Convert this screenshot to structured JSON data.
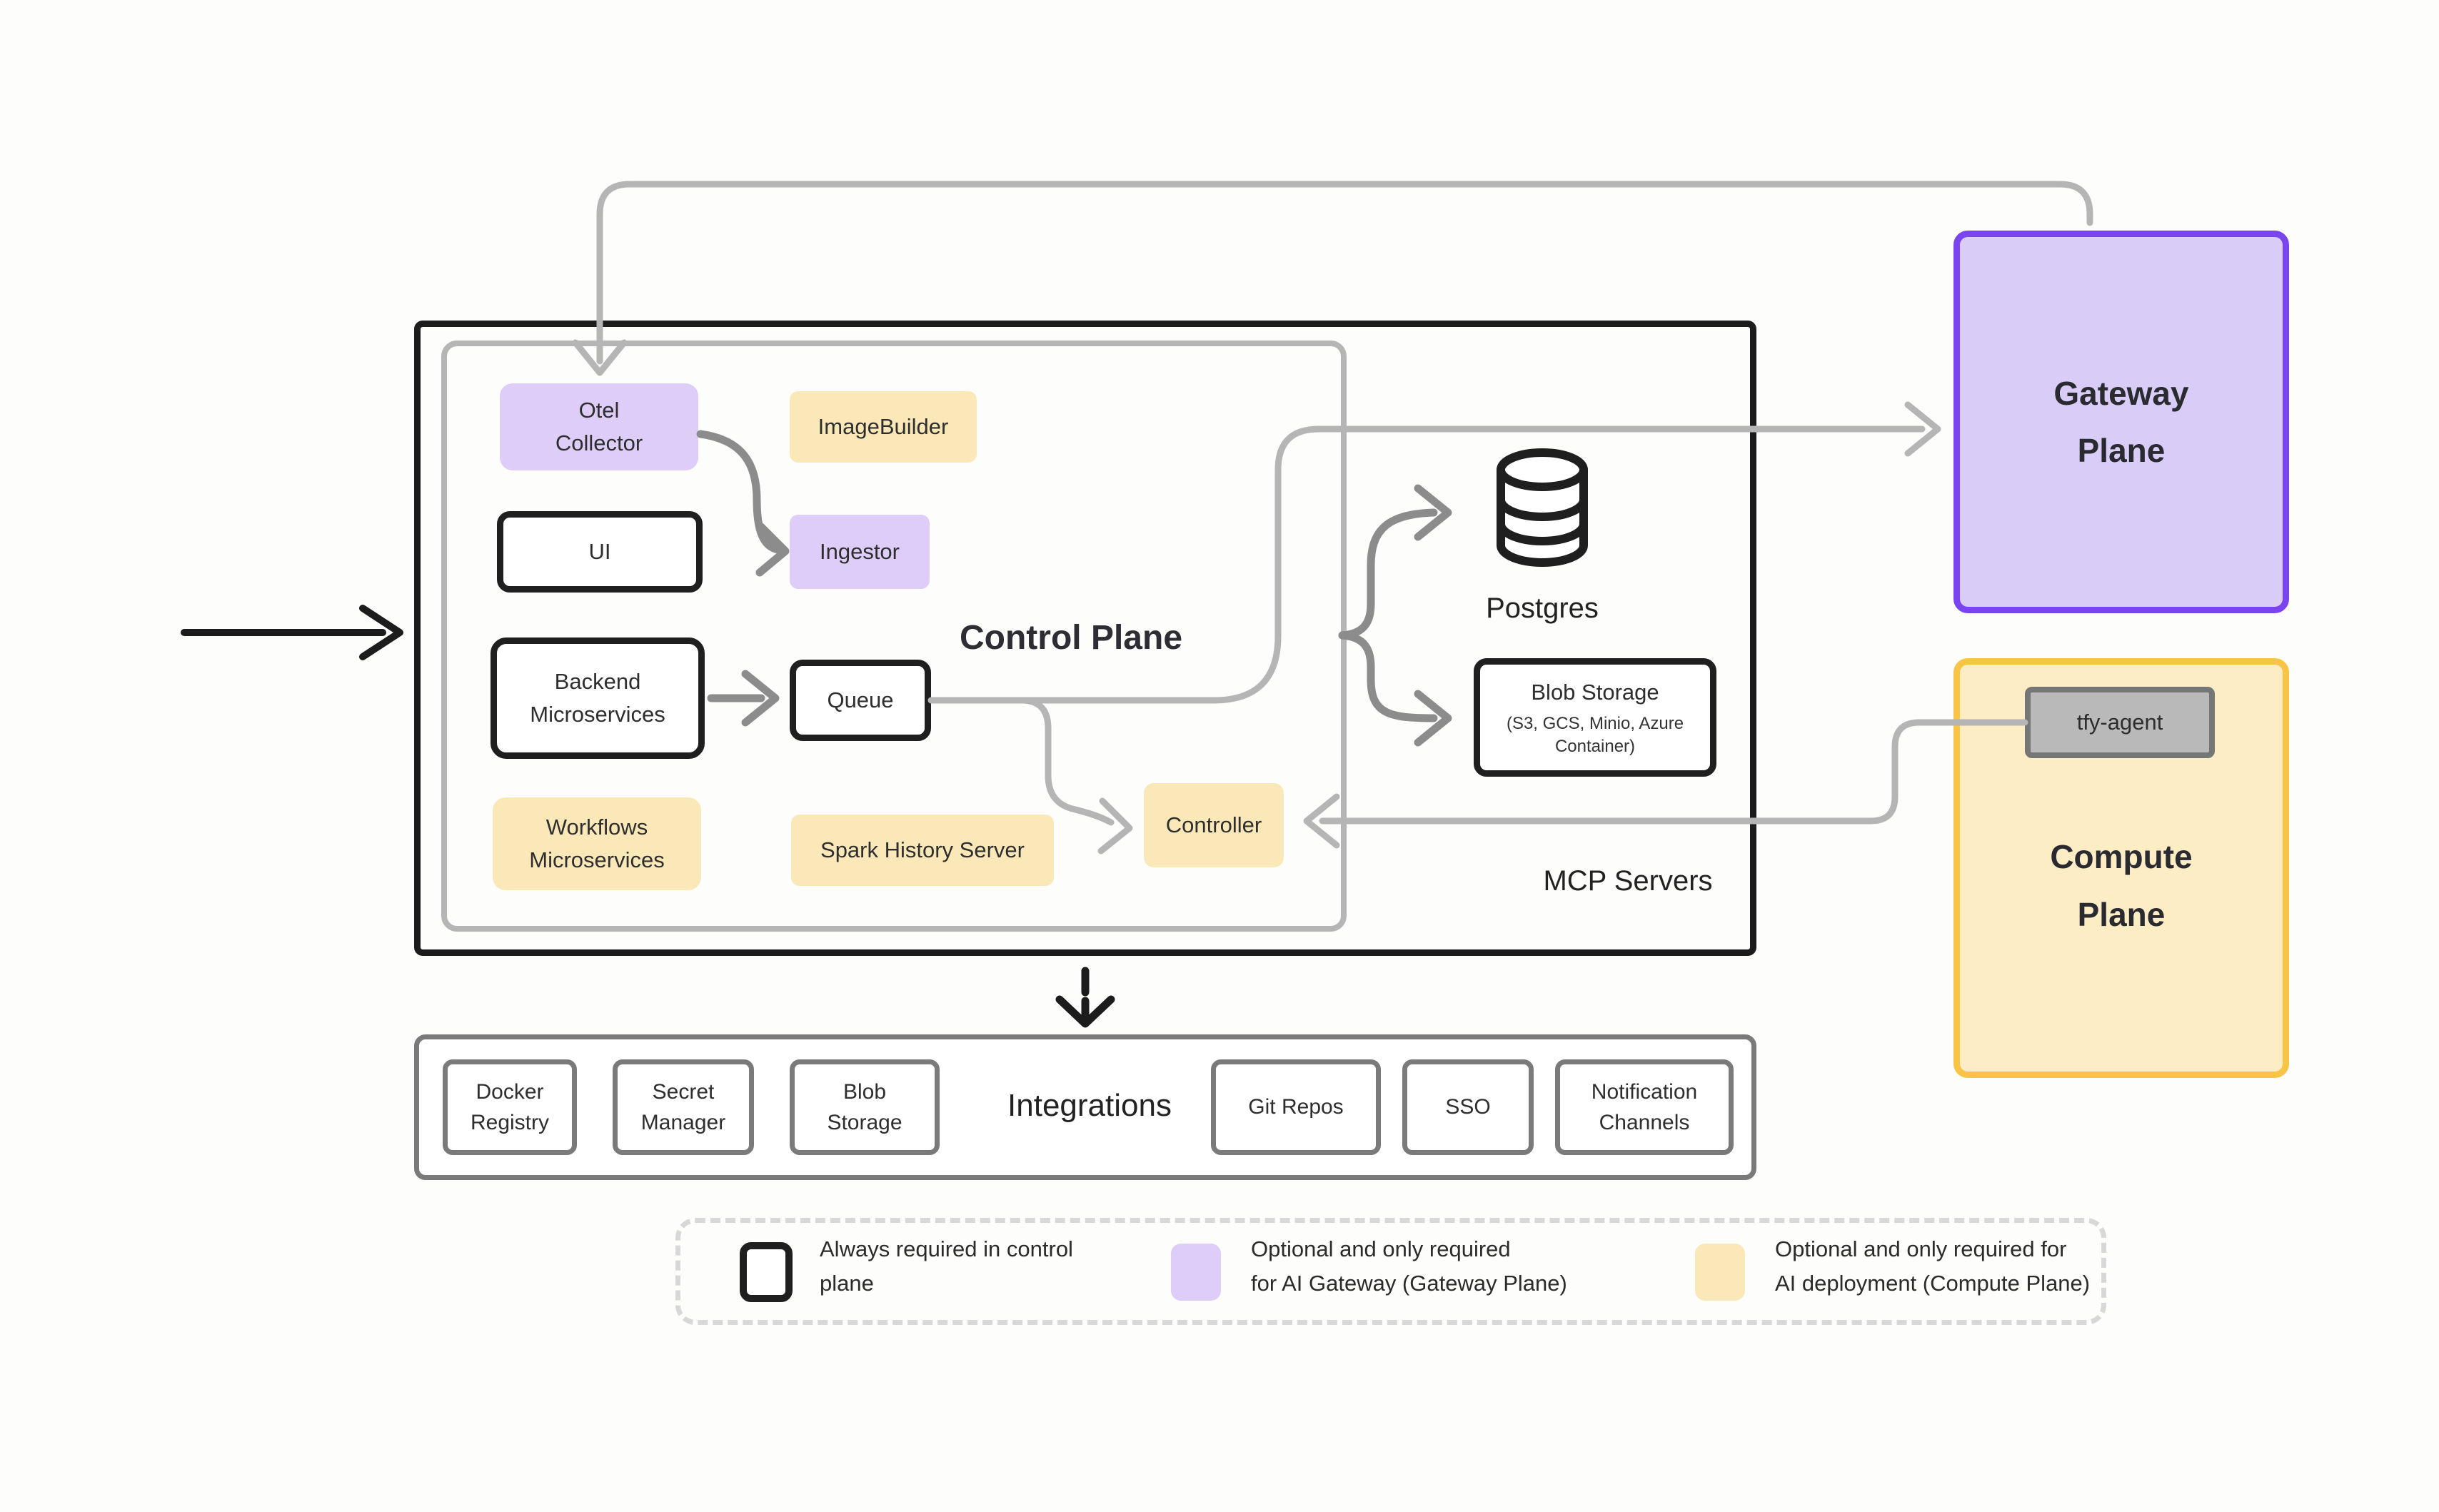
{
  "control_plane": {
    "title": "Control Plane",
    "mcp_label": "MCP Servers",
    "nodes": {
      "otel": {
        "label": "Otel Collector"
      },
      "imagebuilder": {
        "label": "ImageBuilder"
      },
      "ui": {
        "label": "UI"
      },
      "ingestor": {
        "label": "Ingestor"
      },
      "backend": {
        "label": "Backend Microservices"
      },
      "queue": {
        "label": "Queue"
      },
      "workflows": {
        "label": "Workflows Microservices"
      },
      "spark": {
        "label": "Spark History Server"
      },
      "controller": {
        "label": "Controller"
      },
      "postgres": {
        "label": "Postgres"
      },
      "blob": {
        "label": "Blob Storage",
        "sublabel": "(S3, GCS, Minio, Azure Container)"
      }
    }
  },
  "gateway_plane": {
    "title": "Gateway Plane"
  },
  "compute_plane": {
    "title": "Compute Plane",
    "agent_label": "tfy-agent"
  },
  "integrations": {
    "title": "Integrations",
    "items": [
      "Docker Registry",
      "Secret Manager",
      "Blob Storage",
      "Git Repos",
      "SSO",
      "Notification Channels"
    ]
  },
  "legend": {
    "items": [
      {
        "swatch": "black-outline",
        "line1": "Always required in control",
        "line2": "plane"
      },
      {
        "swatch": "purple",
        "line1": "Optional and only required",
        "line2": "for AI Gateway (Gateway Plane)"
      },
      {
        "swatch": "yellow",
        "line1": "Optional and only required for",
        "line2": "AI deployment (Compute Plane)"
      }
    ]
  },
  "icons": {
    "postgres": "database-cylinder-icon",
    "arrowheads": "chevron-arrow"
  },
  "colors": {
    "purple_fill": "#ddcdf8",
    "yellow_fill": "#fbe8b9",
    "gateway_fill": "#d9ccf7",
    "gateway_border": "#7a45f0",
    "compute_fill": "#fdedc5",
    "compute_border": "#f8c445",
    "agent_fill": "#b9b9b9",
    "agent_border": "#767676",
    "line_gray": "#b5b5b5",
    "arrow_gray": "#8c8c8c",
    "black": "#1f1f1f",
    "legend_dash": "#d8d8d8"
  }
}
